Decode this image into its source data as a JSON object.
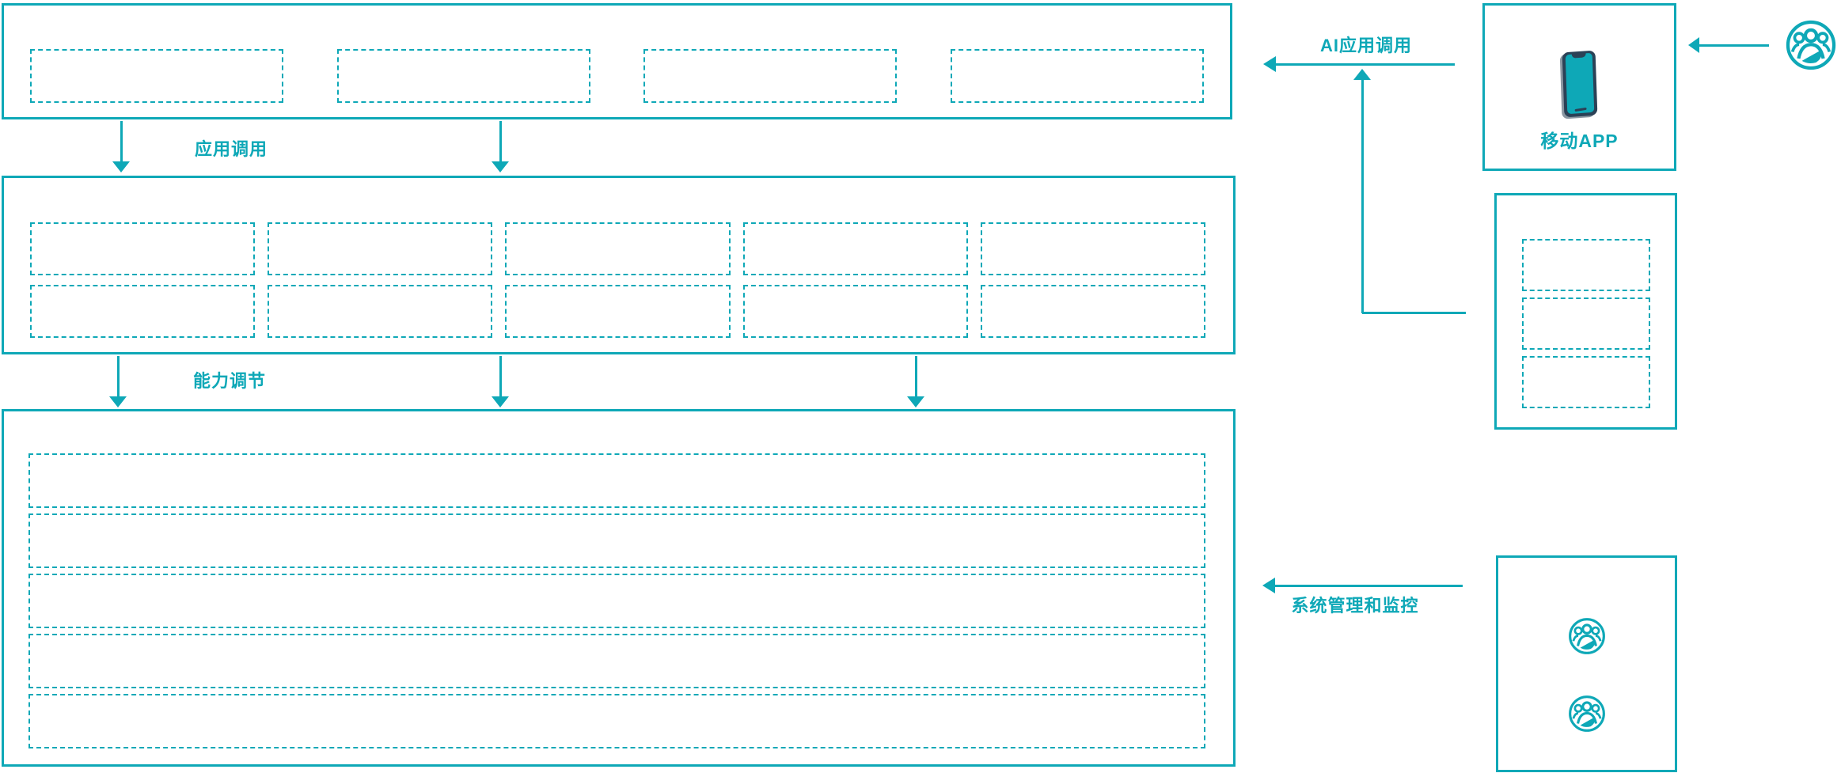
{
  "colors": {
    "teal": "#0ea8b7",
    "navy": "#2b4156",
    "background": "#ffffff"
  },
  "labels": {
    "app_call": "应用调用",
    "capability_adjust": "能力调节",
    "ai_app_call": "AI应用调用",
    "system_mgmt": "系统管理和监控",
    "mobile_app": "移动APP"
  },
  "layers": {
    "top": {
      "placeholder_count": 4
    },
    "middle": {
      "placeholder_count": 10,
      "rows": 2,
      "cols": 5
    },
    "bottom": {
      "placeholder_count": 5
    }
  },
  "right_panels": {
    "mobile_app": {
      "label": "移动APP",
      "icon": "smartphone-icon"
    },
    "services": {
      "placeholder_count": 3
    },
    "operations": {
      "icon": "user-group-icon",
      "icon_count": 2
    }
  },
  "external_actor": {
    "icon": "user-group-icon"
  }
}
